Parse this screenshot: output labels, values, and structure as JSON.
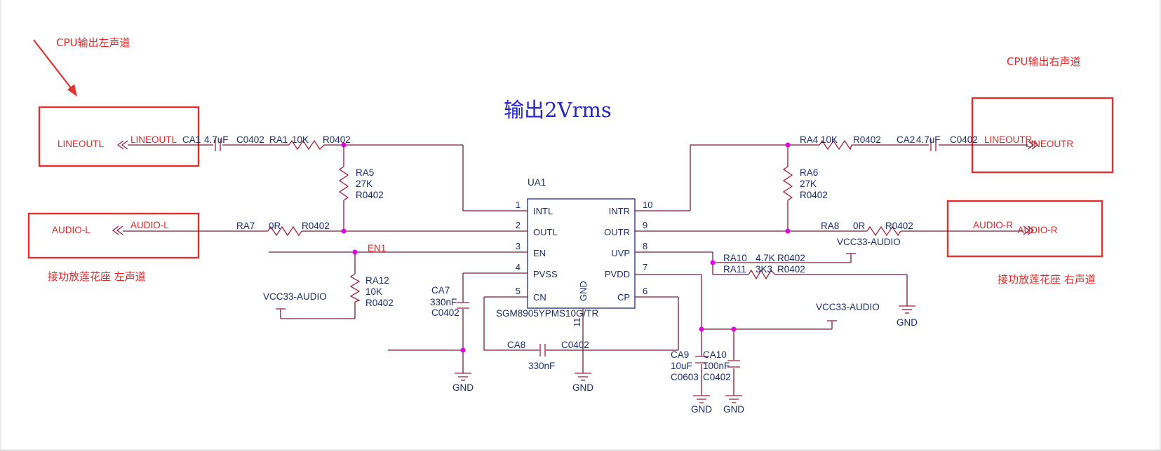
{
  "title": "输出2Vrms",
  "annotations": {
    "cpu_left": "CPU输出左声道",
    "cpu_right": "CPU输出右声道",
    "amp_left": "接功放莲花座 左声道",
    "amp_right": "接功放莲花座 右声道"
  },
  "ports": {
    "lineoutl": "LINEOUTL",
    "audio_l": "AUDIO-L",
    "lineoutr": "LINEOUTR",
    "audio_r": "AUDIO-R"
  },
  "nets": {
    "lineoutl": "LINEOUTL",
    "audio_l": "AUDIO-L",
    "lineoutr": "LINEOUTR",
    "audio_r": "AUDIO-R",
    "en1": "EN1",
    "vcc_left": "VCC33-AUDIO",
    "vcc_right_top": "VCC33-AUDIO",
    "vcc_right_bottom": "VCC33-AUDIO"
  },
  "chip": {
    "ref": "UA1",
    "part": "SGM8905YPMS10G/TR",
    "gnd_label": "GND",
    "gnd_pin": "11",
    "left_pins": [
      {
        "num": "1",
        "name": "INTL"
      },
      {
        "num": "2",
        "name": "OUTL"
      },
      {
        "num": "3",
        "name": "EN"
      },
      {
        "num": "4",
        "name": "PVSS"
      },
      {
        "num": "5",
        "name": "CN"
      }
    ],
    "right_pins": [
      {
        "num": "10",
        "name": "INTR"
      },
      {
        "num": "9",
        "name": "OUTR"
      },
      {
        "num": "8",
        "name": "UVP"
      },
      {
        "num": "7",
        "name": "PVDD"
      },
      {
        "num": "6",
        "name": "CP"
      }
    ]
  },
  "components": {
    "ca1": {
      "ref": "CA1",
      "value": "4.7uF",
      "pkg": "C0402"
    },
    "ra1": {
      "ref": "RA1",
      "value": "10K",
      "pkg": "R0402"
    },
    "ra5": {
      "ref": "RA5",
      "value": "27K",
      "pkg": "R0402"
    },
    "ra7": {
      "ref": "RA7",
      "value": "0R",
      "pkg": "R0402"
    },
    "ra12": {
      "ref": "RA12",
      "value": "10K",
      "pkg": "R0402"
    },
    "ca7": {
      "ref": "CA7",
      "value": "330nF",
      "pkg": "C0402"
    },
    "ca8": {
      "ref": "CA8",
      "value": "330nF",
      "pkg": "C0402"
    },
    "ra4": {
      "ref": "RA4",
      "value": "10K",
      "pkg": "R0402"
    },
    "ca2": {
      "ref": "CA2",
      "value": "4.7uF",
      "pkg": "C0402"
    },
    "ra6": {
      "ref": "RA6",
      "value": "27K",
      "pkg": "R0402"
    },
    "ra8": {
      "ref": "RA8",
      "value": "0R",
      "pkg": "R0402"
    },
    "ra10": {
      "ref": "RA10",
      "value": "4.7K",
      "pkg": "R0402"
    },
    "ra11": {
      "ref": "RA11",
      "value": "3K3",
      "pkg": "R0402"
    },
    "ca9": {
      "ref": "CA9",
      "value": "10uF",
      "pkg": "C0603"
    },
    "ca10": {
      "ref": "CA10",
      "value": "100nF",
      "pkg": "C0402"
    }
  },
  "grounds": {
    "g1": "GND",
    "g2": "GND",
    "g3": "GND",
    "g4": "GND",
    "g5": "GND"
  },
  "colors": {
    "wire": "#7a1c3c",
    "net_label": "#e02828",
    "component_text": "#1c2c6e",
    "title": "#2626c8",
    "highlight_box": "#e03030",
    "junction": "#e000e0"
  }
}
